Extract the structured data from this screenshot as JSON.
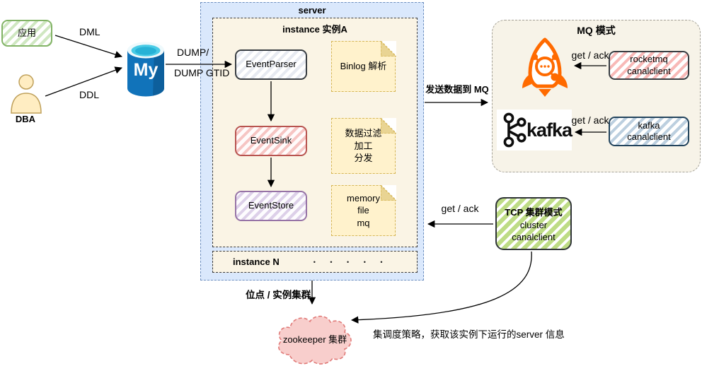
{
  "nodes": {
    "app": "应用",
    "dba": "DBA",
    "mysql_text": "My",
    "event_parser": "EventParser",
    "event_sink": "EventSink",
    "event_store": "EventStore",
    "rocketmq_client": "rocketmq\ncanalclient",
    "kafka_client": "kafka\ncanalclient",
    "kafka_logo": "kafka",
    "tcp_title": "TCP 集群模式",
    "tcp_body": "cluster\ncanalclient",
    "zookeeper": "zookeeper 集群"
  },
  "containers": {
    "server_title": "server",
    "instance_a_title": "instance 实例A",
    "instance_n_label": "instance N",
    "instance_n_dots": "• • • • •",
    "mq_title": "MQ 模式"
  },
  "notes": {
    "binlog": "Binlog 解析",
    "filter": "数据过滤\n加工\n分发",
    "storage": "memory\nfile\nmq"
  },
  "edges": {
    "dml": "DML",
    "ddl": "DDL",
    "dump_line1": "DUMP/",
    "dump_line2": "DUMP GTID",
    "send_mq": "发送数据到 MQ",
    "get_ack_rocketmq": "get / ack",
    "get_ack_kafka": "get / ack",
    "get_ack_tcp": "get / ack",
    "position_cluster": "位点 / 实例集群",
    "schedule": "集调度策略，获取该实例下运行的server 信息"
  },
  "colors": {
    "server_fill": "#dae8fc",
    "server_border": "#6c8ebf",
    "instance_fill": "#faf4e5",
    "note_fill": "#fff2cc",
    "note_border": "#d6b656",
    "parser_border": "#383d42",
    "sink_border": "#b85450",
    "store_border": "#9673a6",
    "app_border": "#82b366",
    "kafka_client_border": "#23445d",
    "tcp_green": "#bedc85",
    "rocket_orange": "#ff6a00",
    "cloud_fill": "#f8cecc",
    "cloud_border": "#e07a78",
    "mysql_blue": "#1173ba"
  }
}
